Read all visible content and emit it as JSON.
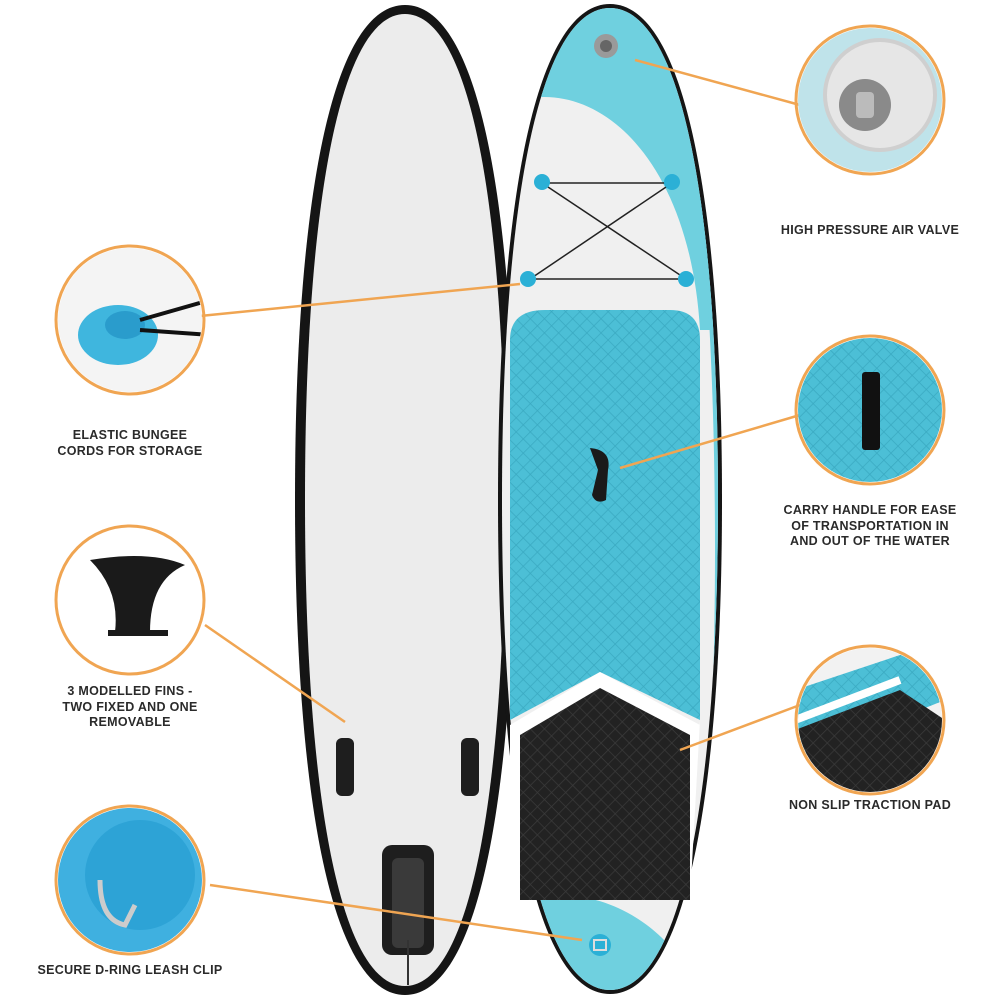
{
  "colors": {
    "accent_line": "#f0a552",
    "board_blue": "#6fd0df",
    "deck_blue": "#4cbfd6",
    "board_white": "#efefef",
    "rail": "#1a1a1a"
  },
  "callouts": {
    "air_valve": {
      "lines": [
        "HIGH PRESSURE AIR VALVE"
      ]
    },
    "bungee": {
      "lines": [
        "ELASTIC BUNGEE",
        "CORDS FOR STORAGE"
      ]
    },
    "carry_handle": {
      "lines": [
        "CARRY HANDLE FOR EASE",
        "OF TRANSPORTATION IN",
        "AND OUT OF THE WATER"
      ]
    },
    "fins": {
      "lines": [
        "3 MODELLED FINS -",
        "TWO FIXED AND ONE",
        "REMOVABLE"
      ]
    },
    "traction_pad": {
      "lines": [
        "NON SLIP TRACTION PAD"
      ]
    },
    "d_ring": {
      "lines": [
        "SECURE D-RING LEASH CLIP"
      ]
    }
  }
}
